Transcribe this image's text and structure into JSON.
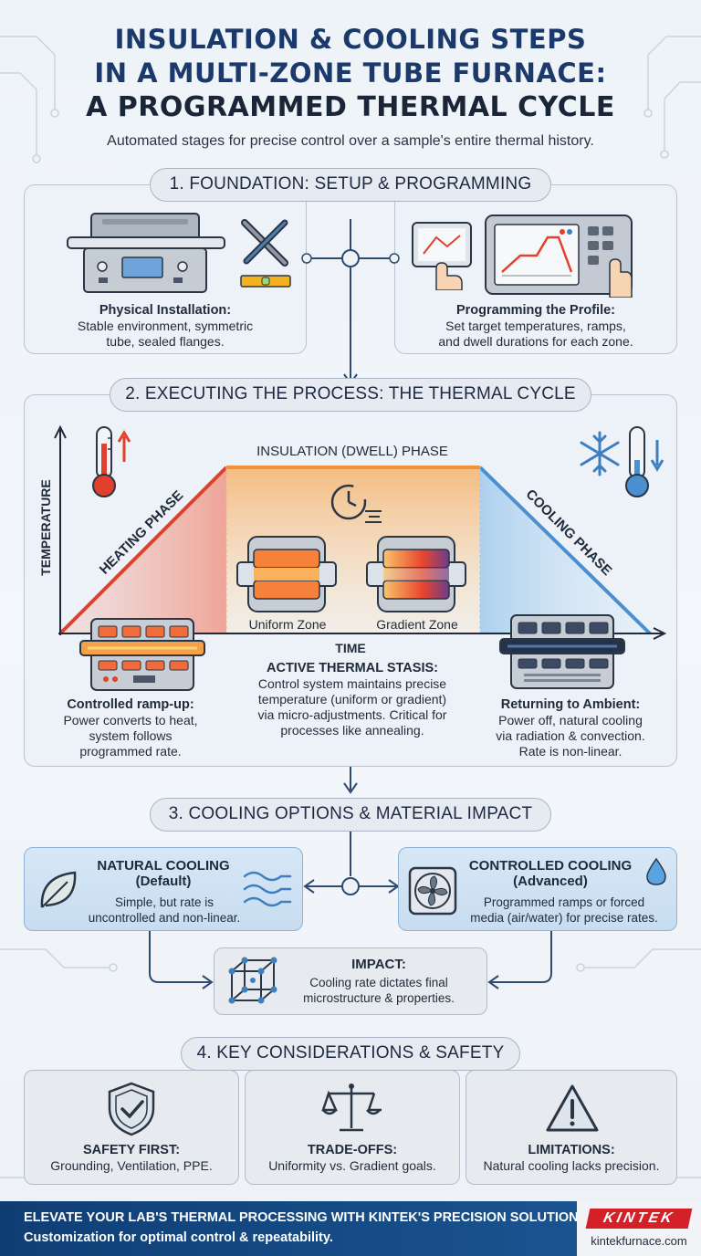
{
  "header": {
    "title_line1": "INSULATION & COOLING STEPS",
    "title_line2": "IN A MULTI-ZONE TUBE FURNACE:",
    "title_line3": "A PROGRAMMED THERMAL CYCLE",
    "subtitle": "Automated stages for precise control over a sample's entire thermal history."
  },
  "section1": {
    "title": "1. FOUNDATION: SETUP & PROGRAMMING",
    "left": {
      "heading": "Physical Installation:",
      "line1": "Stable environment, symmetric",
      "line2": "tube, sealed flanges."
    },
    "right": {
      "heading": "Programming the Profile:",
      "line1": "Set target temperatures, ramps,",
      "line2": "and dwell durations for each zone."
    }
  },
  "section2": {
    "title": "2. EXECUTING THE PROCESS: THE THERMAL CYCLE",
    "y_axis": "TEMPERATURE",
    "x_axis": "TIME",
    "heating_label": "HEATING PHASE",
    "dwell_label": "INSULATION (DWELL) PHASE",
    "cooling_label": "COOLING PHASE",
    "uniform_zone": "Uniform Zone",
    "gradient_zone": "Gradient Zone",
    "heating_caption": {
      "heading": "Controlled ramp-up:",
      "line1": "Power converts to heat,",
      "line2": "system follows",
      "line3": "programmed rate."
    },
    "dwell_caption": {
      "heading": "ACTIVE THERMAL STASIS:",
      "line1": "Control system maintains precise",
      "line2": "temperature (uniform or gradient)",
      "line3": "via micro-adjustments. Critical for",
      "line4": "processes like annealing."
    },
    "cooling_caption": {
      "heading": "Returning to Ambient:",
      "line1": "Power off, natural cooling",
      "line2": "via radiation & convection.",
      "line3": "Rate is non-linear."
    }
  },
  "section3": {
    "title": "3. COOLING OPTIONS & MATERIAL IMPACT",
    "natural": {
      "title1": "NATURAL COOLING",
      "title2": "(Default)",
      "line1": "Simple, but rate is",
      "line2": "uncontrolled and non-linear."
    },
    "controlled": {
      "title1": "CONTROLLED COOLING",
      "title2": "(Advanced)",
      "line1": "Programmed ramps or forced",
      "line2": "media (air/water) for precise rates."
    },
    "impact": {
      "title": "IMPACT:",
      "line1": "Cooling rate dictates final",
      "line2": "microstructure & properties."
    }
  },
  "section4": {
    "title": "4. KEY CONSIDERATIONS & SAFETY",
    "cards": [
      {
        "heading": "SAFETY FIRST:",
        "text": "Grounding, Ventilation, PPE."
      },
      {
        "heading": "TRADE-OFFS:",
        "text": "Uniformity vs. Gradient goals."
      },
      {
        "heading": "LIMITATIONS:",
        "text": "Natural cooling lacks precision."
      }
    ]
  },
  "footer": {
    "line1": "ELEVATE YOUR LAB'S THERMAL PROCESSING WITH KINTEK'S PRECISION SOLUTIONS.",
    "line2": "Customization for optimal control & repeatability.",
    "logo": "KINTEK",
    "website": "kintekfurnace.com"
  },
  "colors": {
    "title_blue": "#1b3a6b",
    "heating_red": "#e2402c",
    "dwell_orange": "#f0923a",
    "cooling_blue": "#4a90d0",
    "footer_blue": "#0f3e74",
    "logo_red": "#d42127"
  }
}
